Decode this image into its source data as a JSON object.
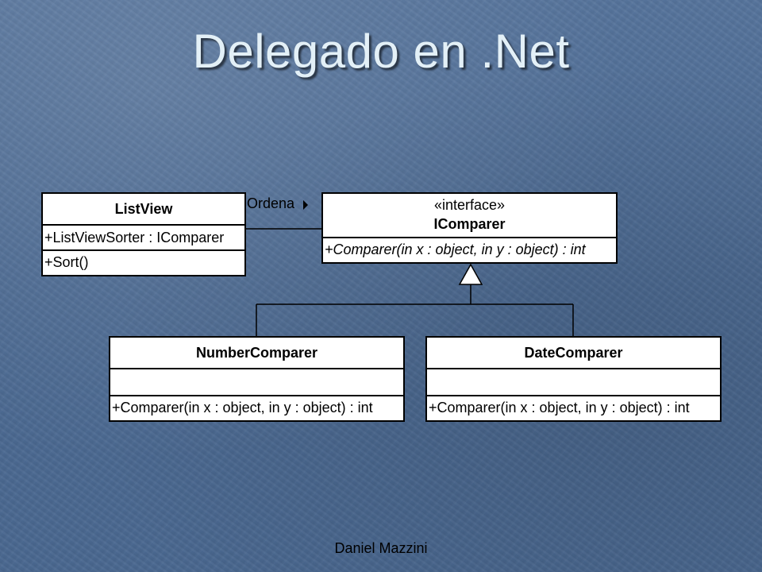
{
  "slide": {
    "title": "Delegado en .Net",
    "footer": "Daniel Mazzini"
  },
  "diagram": {
    "classes": {
      "listview": {
        "name": "ListView",
        "attributes": [
          "+ListViewSorter : IComparer"
        ],
        "operations": [
          "+Sort()"
        ]
      },
      "icomparer": {
        "stereotype": "«interface»",
        "name": "IComparer",
        "operations": [
          "+Comparer(in x : object, in y : object) : int"
        ]
      },
      "numbercomparer": {
        "name": "NumberComparer",
        "operations": [
          "+Comparer(in x : object, in y : object) : int"
        ]
      },
      "datecomparer": {
        "name": "DateComparer",
        "operations": [
          "+Comparer(in x : object, in y : object) : int"
        ]
      }
    },
    "association": {
      "label": "Ordena",
      "from": "ListView",
      "to": "IComparer"
    },
    "realizations": [
      {
        "from": "NumberComparer",
        "to": "IComparer"
      },
      {
        "from": "DateComparer",
        "to": "IComparer"
      }
    ]
  }
}
